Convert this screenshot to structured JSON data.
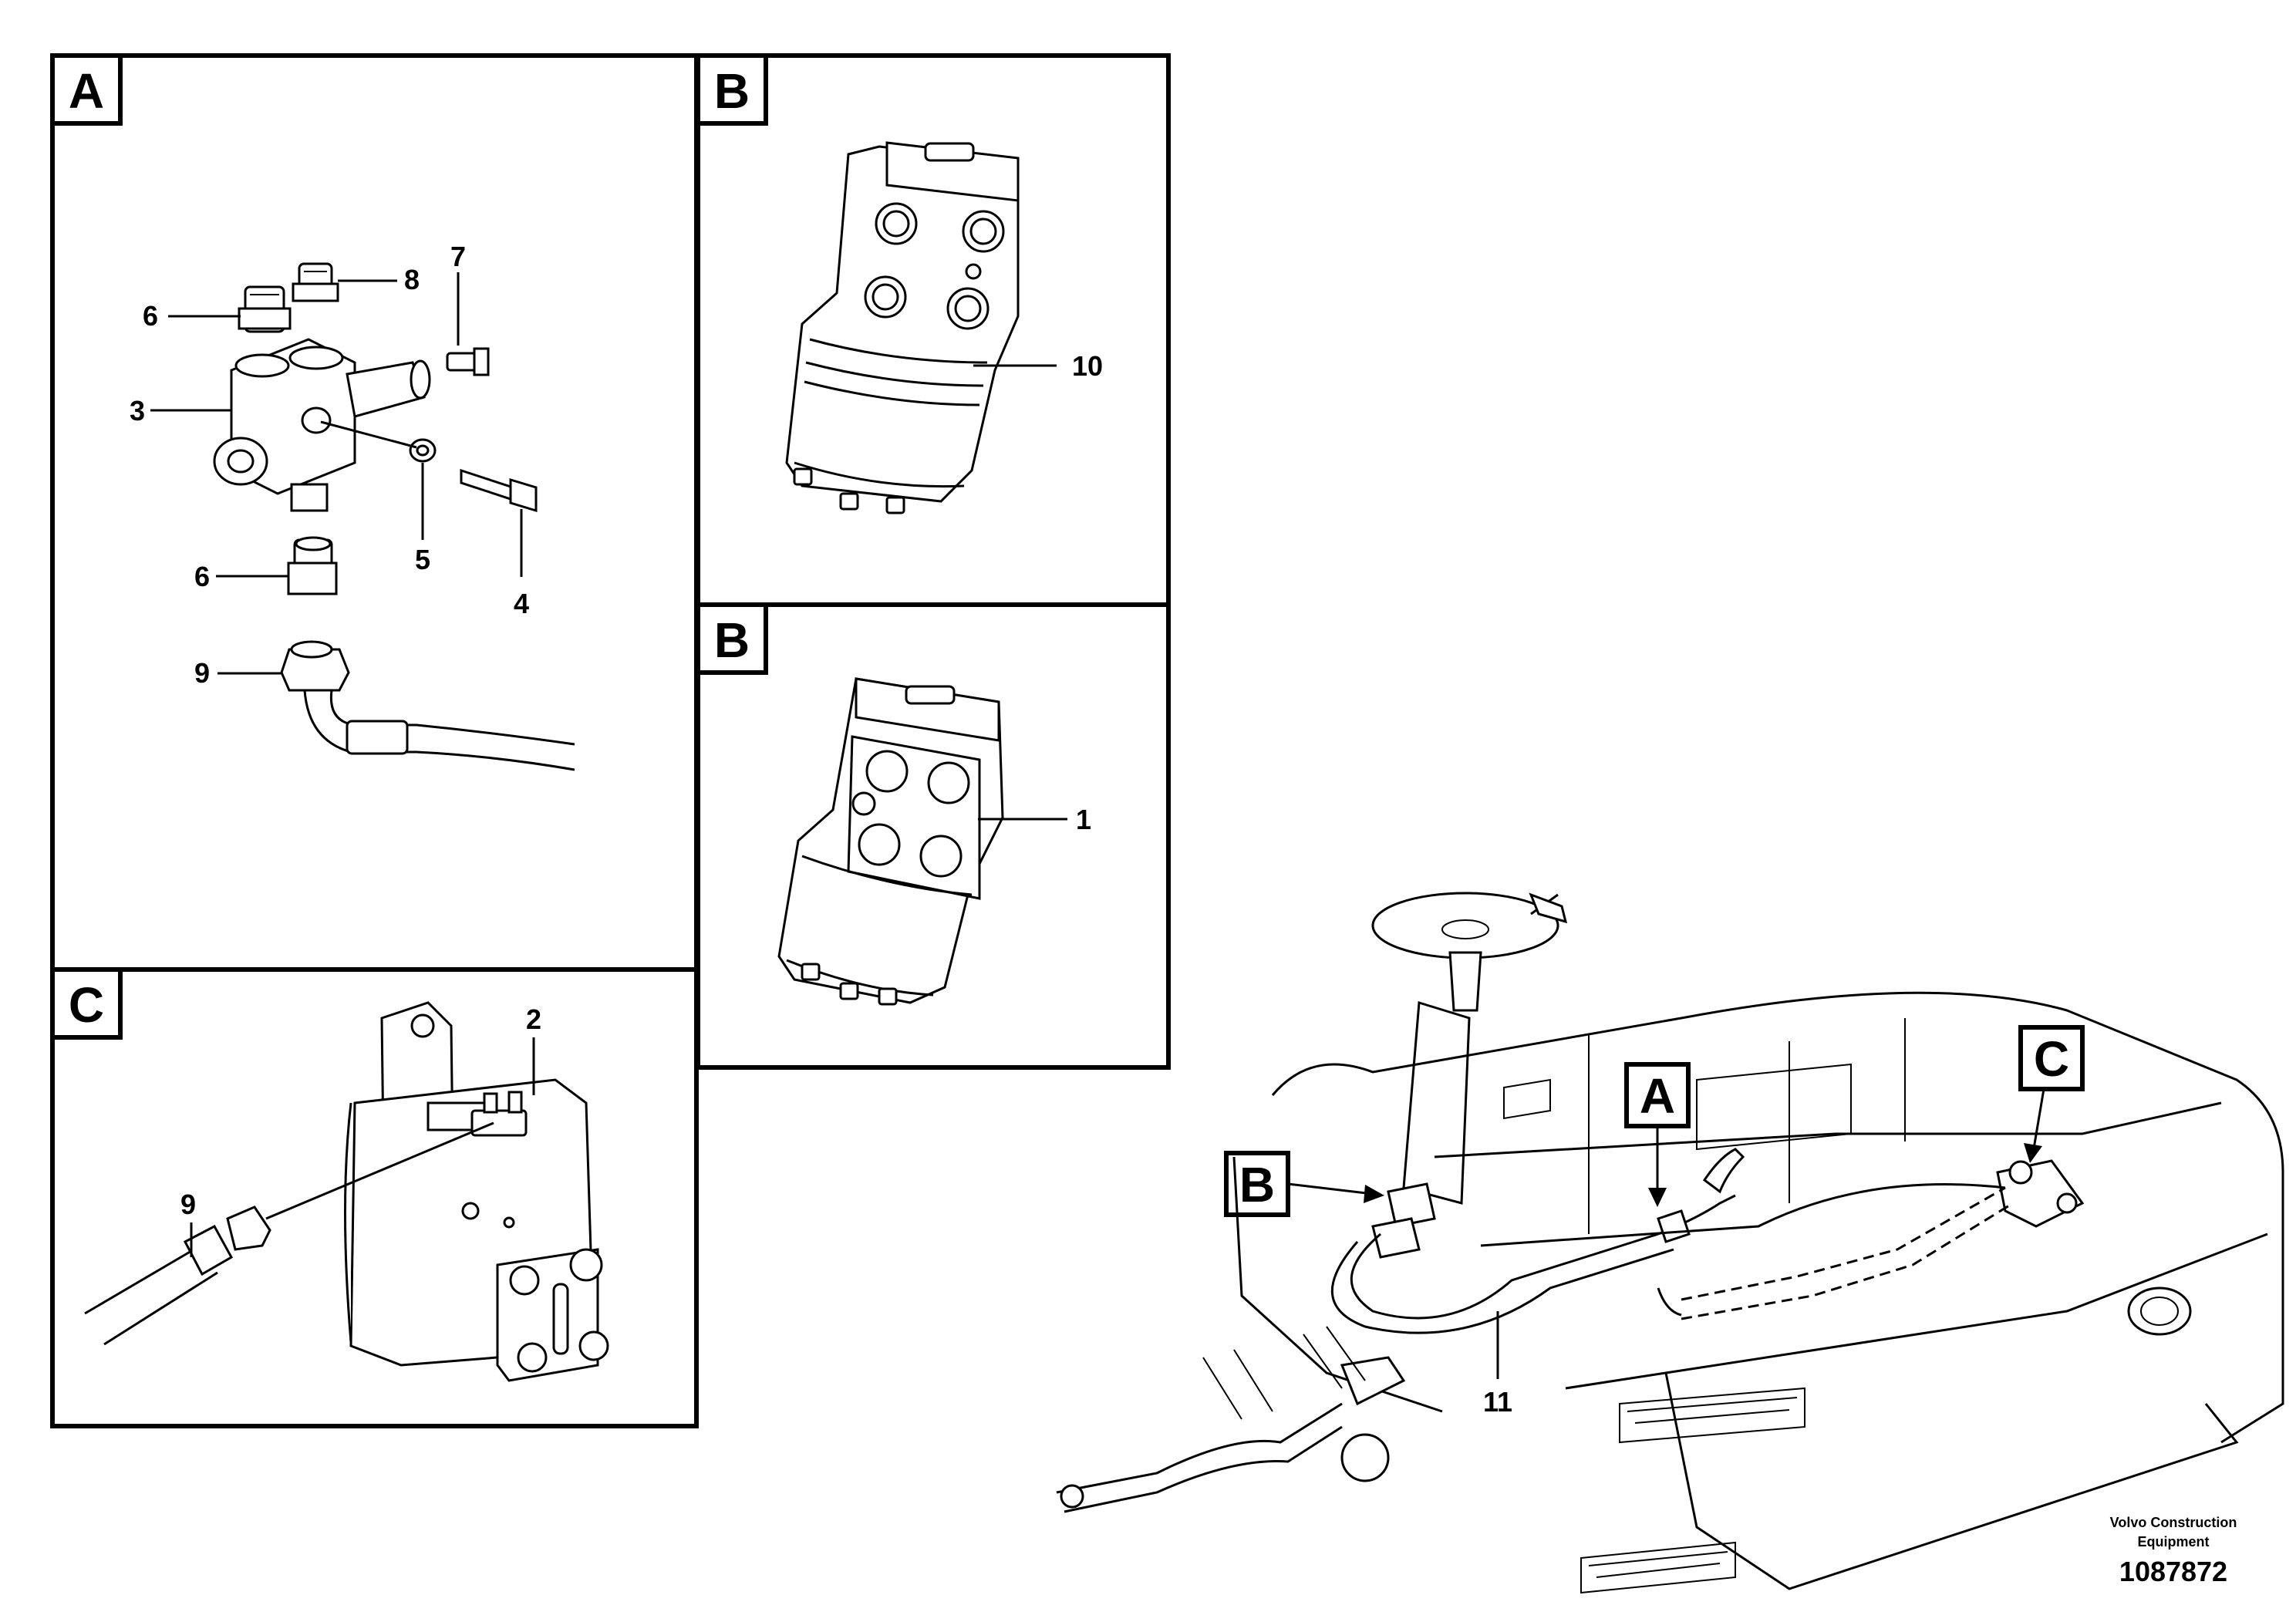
{
  "panels": {
    "a": {
      "letter": "A"
    },
    "b_top": {
      "letter": "B"
    },
    "b_bottom": {
      "letter": "B"
    },
    "c": {
      "letter": "C"
    }
  },
  "overview": {
    "flag_a": "A",
    "flag_b": "B",
    "flag_c": "C"
  },
  "callouts": {
    "a_6_top": "6",
    "a_8": "8",
    "a_7": "7",
    "a_3": "3",
    "a_5": "5",
    "a_4": "4",
    "a_6_bottom": "6",
    "a_9": "9",
    "b_10": "10",
    "b_1": "1",
    "c_2": "2",
    "c_9": "9",
    "overview_11": "11"
  },
  "footer": {
    "company_line1": "Volvo Construction",
    "company_line2": "Equipment",
    "drawing_number": "1087872"
  }
}
